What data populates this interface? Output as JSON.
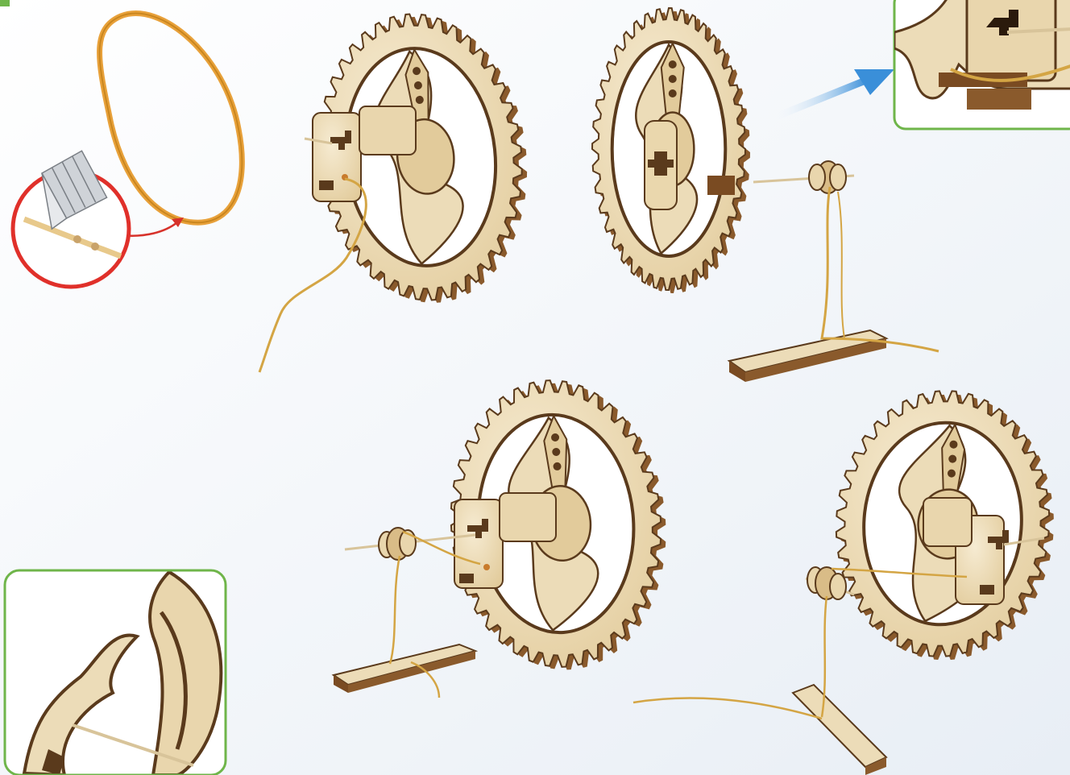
{
  "page": {
    "background_top_left": "#ffffff",
    "background_bottom_right": "#e8eef5",
    "step_corner_color": "#6fb54a"
  },
  "colors": {
    "wood_light": "#ecdcb8",
    "wood_mid": "#e2cb9b",
    "wood_edge": "#5a3a1c",
    "wood_shadow": "#8a5a2c",
    "rubber_band": "#e8a13a",
    "rubber_band_dark": "#c9861f",
    "string": "#d4a544",
    "knife_circle": "#e0302a",
    "arrow_red": "#d7322b",
    "arrow_blue": "#3a8fd9",
    "inset_border": "#6fb54a"
  },
  "illustrations": [
    {
      "name": "rubber-band",
      "description_icon": "rubber-band-icon"
    },
    {
      "name": "cut-band-callout",
      "description_icon": "utility-knife-icon"
    },
    {
      "name": "gear-front-view-step",
      "description_icon": "gear-wheel-icon"
    },
    {
      "name": "gear-rear-view-step",
      "description_icon": "gear-wheel-icon"
    },
    {
      "name": "gear-with-spool-step",
      "description_icon": "gear-wheel-icon"
    },
    {
      "name": "gear-tension-step",
      "description_icon": "gear-wheel-icon"
    },
    {
      "name": "detail-inset-top-right",
      "description_icon": "zoom-detail-icon"
    },
    {
      "name": "detail-inset-bottom-left",
      "description_icon": "zoom-detail-icon"
    }
  ],
  "gears": [
    {
      "name": "gear-front-view",
      "teeth": 40
    },
    {
      "name": "gear-rear-view",
      "teeth": 40
    },
    {
      "name": "gear-with-spool",
      "teeth": 40
    },
    {
      "name": "gear-tension",
      "teeth": 40
    }
  ]
}
